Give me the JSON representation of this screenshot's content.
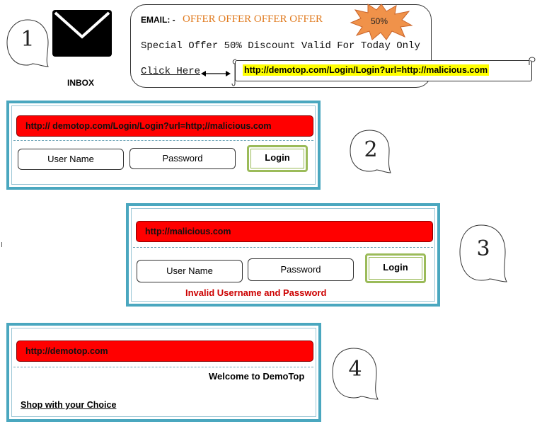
{
  "inbox": {
    "label": "INBOX"
  },
  "email": {
    "label": "EMAIL: -",
    "headline": "OFFER OFFER OFFER OFFER",
    "badge": "50%",
    "body": "Special Offer 50% Discount Valid For Today Only",
    "link": "Click Here",
    "url": "http://demotop.com/Login/Login?url=http://malicious.com"
  },
  "steps": [
    "1",
    "2",
    "3",
    "4"
  ],
  "panel2": {
    "url": "http:// demotop.com/Login/Login?url=http;//malicious.com",
    "username": "User Name",
    "password": "Password",
    "login": "Login"
  },
  "panel3": {
    "url": "http://malicious.com",
    "username": "User Name",
    "password": "Password",
    "login": "Login",
    "error": "Invalid Username and Password"
  },
  "panel4": {
    "url": "http://demotop.com",
    "welcome": "Welcome to DemoTop",
    "shop": "Shop with your Choice"
  },
  "colors": {
    "accent": "#4aa7bf",
    "urlbar": "#ff0000",
    "offer": "#e07a1e",
    "highlight": "#ffff00",
    "button_border": "#9bbb59"
  }
}
